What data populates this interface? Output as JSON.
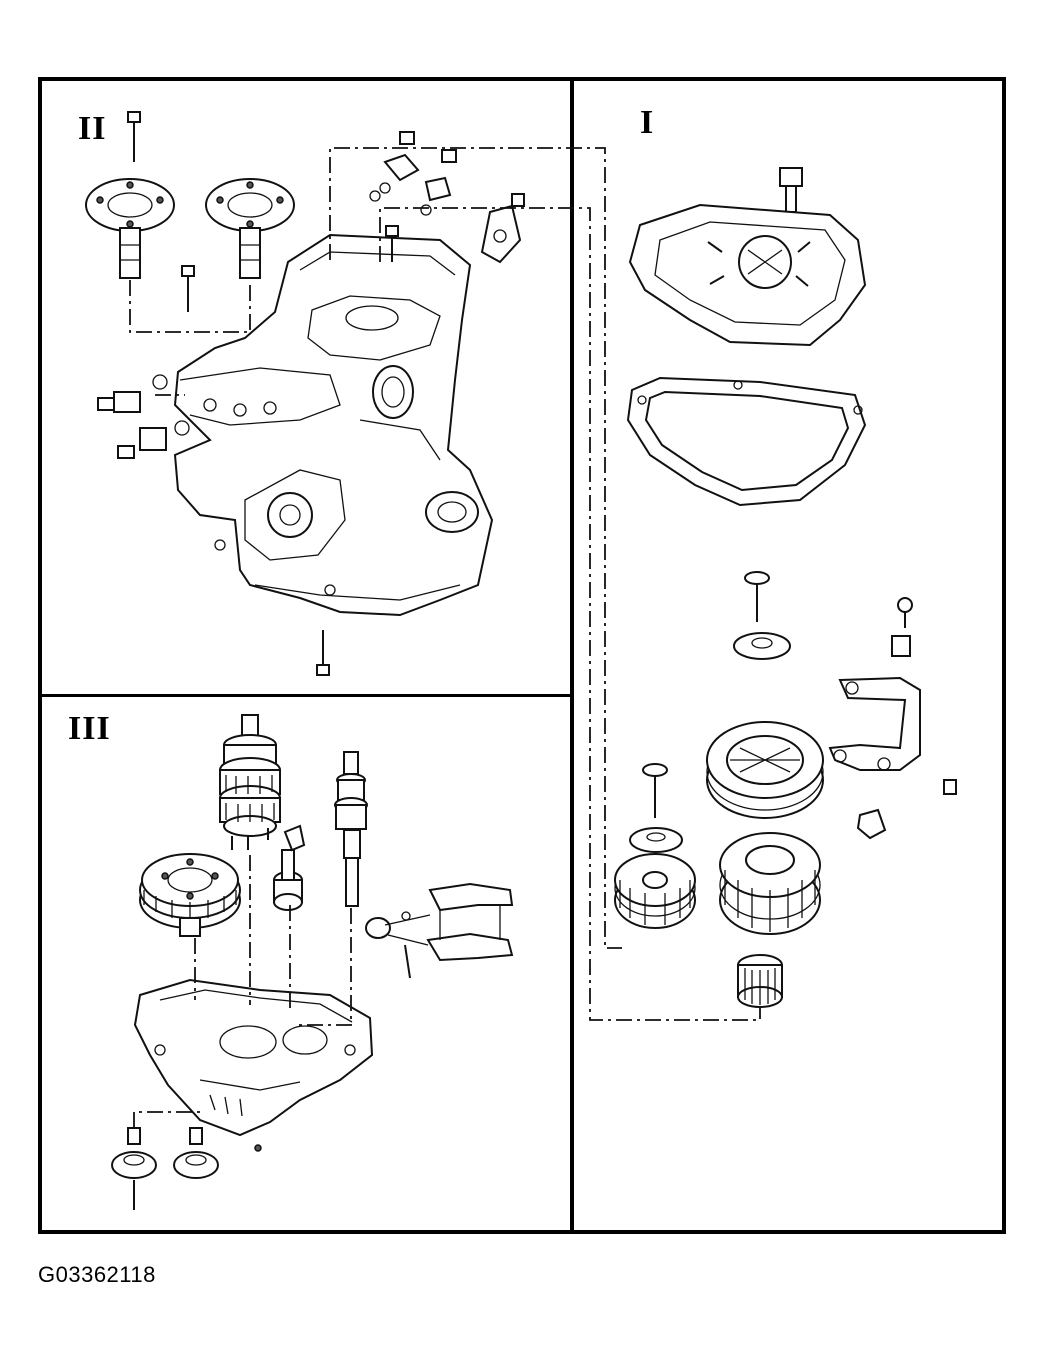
{
  "panels": [
    {
      "id": "I",
      "label": "I"
    },
    {
      "id": "II",
      "label": "II"
    },
    {
      "id": "III",
      "label": "III"
    }
  ],
  "reference_code": "G03362118"
}
